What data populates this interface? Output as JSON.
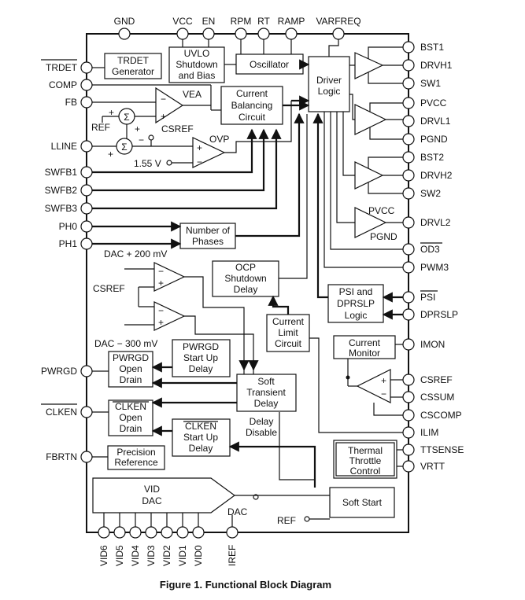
{
  "caption": "Figure 1. Functional Block Diagram",
  "top_pins": [
    "GND",
    "VCC",
    "EN",
    "RPM",
    "RT",
    "RAMP",
    "VARFREQ"
  ],
  "left_pins": [
    "TRDET",
    "COMP",
    "FB",
    "LLINE",
    "SWFB1",
    "SWFB2",
    "SWFB3",
    "PH0",
    "PH1",
    "PWRGD",
    "CLKEN",
    "FBRTN"
  ],
  "right_pins": [
    "BST1",
    "DRVH1",
    "SW1",
    "PVCC",
    "DRVL1",
    "PGND",
    "BST2",
    "DRVH2",
    "SW2",
    "DRVL2",
    "OD3",
    "PWM3",
    "PSI",
    "DPRSLP",
    "IMON",
    "CSREF",
    "CSSUM",
    "CSCOMP",
    "ILIM",
    "TTSENSE",
    "VRTT"
  ],
  "bottom_pins": [
    "VID6",
    "VID5",
    "VID4",
    "VID3",
    "VID2",
    "VID1",
    "VID0",
    "IREF"
  ],
  "blocks": {
    "trdet_gen": [
      "TRDET",
      "Generator"
    ],
    "uvlo": [
      "UVLO",
      "Shutdown",
      "and Bias"
    ],
    "oscillator": [
      "Oscillator"
    ],
    "driver_logic": [
      "Driver",
      "Logic"
    ],
    "current_balancing": [
      "Current",
      "Balancing",
      "Circuit"
    ],
    "num_phases": [
      "Number of",
      "Phases"
    ],
    "ocp": [
      "OCP",
      "Shutdown",
      "Delay"
    ],
    "psi_logic": [
      "PSI and",
      "DPRSLP",
      "Logic"
    ],
    "current_limit": [
      "Current",
      "Limit",
      "Circuit"
    ],
    "current_monitor": [
      "Current",
      "Monitor"
    ],
    "pwrgd_startup": [
      "PWRGD",
      "Start Up",
      "Delay"
    ],
    "pwrgd_drain": [
      "PWRGD",
      "Open",
      "Drain"
    ],
    "soft_transient": [
      "Soft",
      "Transient",
      "Delay"
    ],
    "clken_drain": [
      "CLKEN",
      "Open",
      "Drain"
    ],
    "clken_startup": [
      "CLKEN",
      "Start Up",
      "Delay"
    ],
    "thermal": [
      "Thermal",
      "Throttle",
      "Control"
    ],
    "precision_ref": [
      "Precision",
      "Reference"
    ],
    "vid_dac": [
      "VID",
      "DAC"
    ],
    "soft_start": [
      "Soft Start"
    ]
  },
  "labels": {
    "vea": "VEA",
    "ovp": "OVP",
    "ref": "REF",
    "csref_a": "CSREF",
    "v155": "1.55 V",
    "dac_plus": "DAC + 200 mV",
    "csref_b": "CSREF",
    "dac_minus": "DAC − 300 mV",
    "delay_disable_1": "Delay",
    "delay_disable_2": "Disable",
    "pvcc": "PVCC",
    "pgnd": "PGND",
    "dac": "DAC",
    "ref_b": "REF",
    "sigma": "Σ"
  }
}
